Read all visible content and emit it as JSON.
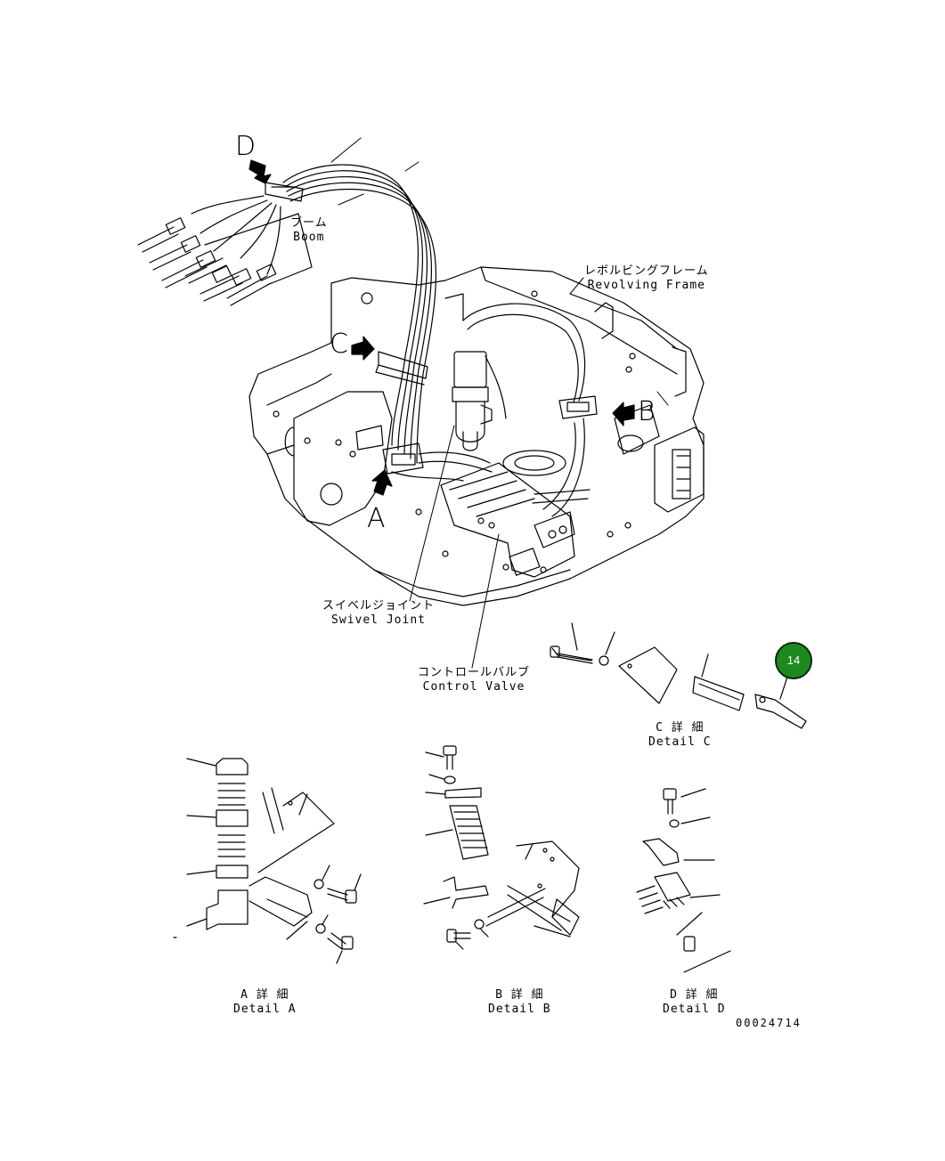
{
  "labels": {
    "boom": {
      "jp": "ブーム",
      "en": "Boom"
    },
    "revolving_frame": {
      "jp": "レボルビングフレーム",
      "en": "Revolving Frame"
    },
    "swivel_joint": {
      "jp": "スイベルジョイント",
      "en": "Swivel Joint"
    },
    "control_valve": {
      "jp": "コントロールバルブ",
      "en": "Control Valve"
    },
    "detail_a": {
      "jp": "A 詳 細",
      "en": "Detail A"
    },
    "detail_b": {
      "jp": "B 詳 細",
      "en": "Detail B"
    },
    "detail_c": {
      "jp": "C 詳 細",
      "en": "Detail C"
    },
    "detail_d": {
      "jp": "D 詳 細",
      "en": "Detail D"
    }
  },
  "view_letters": {
    "a": "A",
    "b": "B",
    "c": "C",
    "d": "D"
  },
  "callout": {
    "number": "14",
    "color": "#1c8a1c"
  },
  "drawing_number": "00024714"
}
